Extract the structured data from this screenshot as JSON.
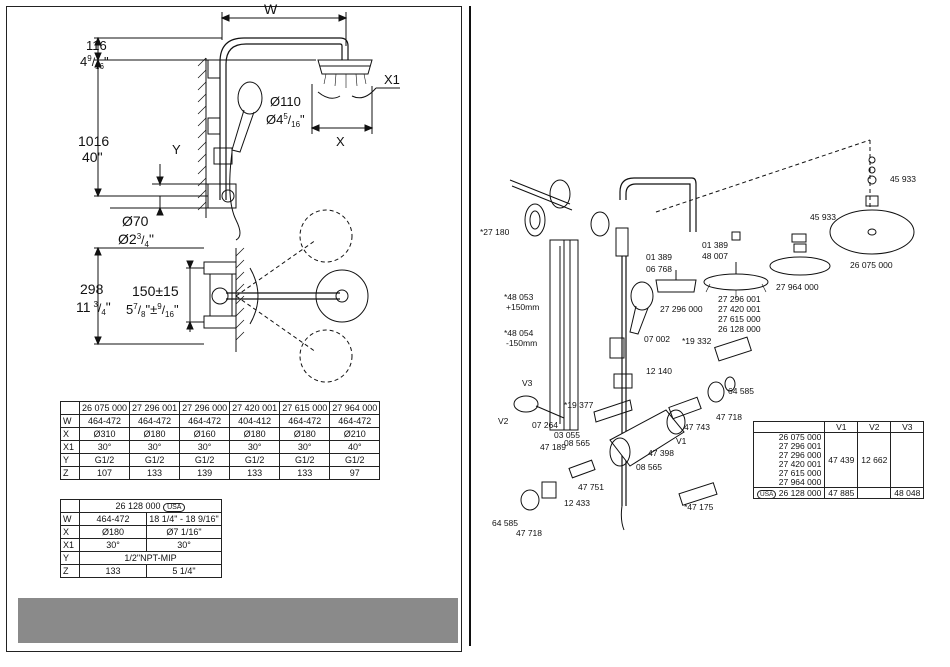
{
  "left_drawing": {
    "dim_w": "W",
    "dim_116_mm": "116",
    "dim_116_in_whole": "4",
    "dim_116_in_num": "9",
    "dim_116_in_den": "16",
    "dim_x1": "X1",
    "dim_x": "X",
    "dim_d110_mm": "Ø110",
    "dim_d110_in": "Ø4",
    "dim_d110_in_num": "5",
    "dim_d110_in_den": "16",
    "dim_1016_mm": "1016",
    "dim_1016_in": "40\"",
    "dim_y": "Y",
    "dim_d70_mm": "Ø70",
    "dim_d70_in": "Ø2",
    "dim_d70_in_frac": "3",
    "dim_d70_in_den": "4",
    "dim_298_mm": "298",
    "dim_298_in": "11",
    "dim_298_in_num": "3",
    "dim_298_in_den": "4",
    "dim_150_mm": "150±15",
    "dim_150_in": "5",
    "dim_150_in_num": "7",
    "dim_150_in_den": "8",
    "dim_150_tol_num": "9",
    "dim_150_tol_den": "16"
  },
  "table1": {
    "header": [
      "",
      "26 075 000",
      "27 296 001",
      "27 296 000",
      "27 420 001",
      "27 615 000",
      "27 964 000"
    ],
    "rows": [
      [
        "W",
        "464-472",
        "464-472",
        "464-472",
        "404-412",
        "464-472",
        "464-472"
      ],
      [
        "X",
        "Ø310",
        "Ø180",
        "Ø160",
        "Ø180",
        "Ø180",
        "Ø210"
      ],
      [
        "X1",
        "30°",
        "30°",
        "30°",
        "30°",
        "30°",
        "40°"
      ],
      [
        "Y",
        "G1/2",
        "G1/2",
        "G1/2",
        "G1/2",
        "G1/2",
        "G1/2"
      ],
      [
        "Z",
        "107",
        "133",
        "139",
        "133",
        "133",
        "97"
      ]
    ]
  },
  "table2": {
    "header_code": "26 128 000",
    "header_badge": "USA",
    "rows": [
      [
        "W",
        "464-472",
        "18 1/4\" - 18 9/16\""
      ],
      [
        "X",
        "Ø180",
        "Ø7 1/16\""
      ],
      [
        "X1",
        "30°",
        "30°"
      ],
      [
        "Y",
        "1/2\"NPT-MIP"
      ],
      [
        "Z",
        "133",
        "5 1/4\""
      ]
    ]
  },
  "parts": {
    "p27180": "*27 180",
    "p48053a": "*48 053",
    "p48053b": "+150mm",
    "p48054a": "*48 054",
    "p48054b": "-150mm",
    "p01389a": "01 389",
    "p06768": "06 768",
    "p01389b": "01 389",
    "p48007": "48 007",
    "p27296000": "27 296 000",
    "p27296001": "27 296 001",
    "p27420001": "27 420 001",
    "p27615000": "27 615 000",
    "p26128000": "26 128 000",
    "p27964000": "27 964 000",
    "p45933a": "45 933",
    "p45933b": "45 933",
    "p26075000": "26 075 000",
    "p07002": "07 002",
    "p19332": "*19 332",
    "p12140": "12 140",
    "pV3": "V3",
    "pV2": "V2",
    "pV1": "V1",
    "p19377": "*19 377",
    "p07264": "07 264",
    "p03055": "03 055",
    "p08565a": "08 565",
    "p47189": "47 189",
    "p47398": "47 398",
    "p47743": "47 743",
    "p64585a": "64 585",
    "p47718a": "47 718",
    "p08565b": "08 565",
    "p47751": "47 751",
    "p12433": "12 433",
    "p64585b": "64 585",
    "p47718b": "47 718",
    "p47175": "*47 175"
  },
  "ver_table": {
    "header": [
      "",
      "V1",
      "V2",
      "V3"
    ],
    "models": [
      "26 075 000",
      "27 296 001",
      "27 296 000",
      "27 420 001",
      "27 615 000",
      "27 964 000"
    ],
    "v1": "47 439",
    "v2": "12 662",
    "v3": "",
    "usa_badge": "USA",
    "usa_model": "26 128 000",
    "usa_v1": "47 885",
    "usa_v2": "",
    "usa_v3": "48 048"
  }
}
